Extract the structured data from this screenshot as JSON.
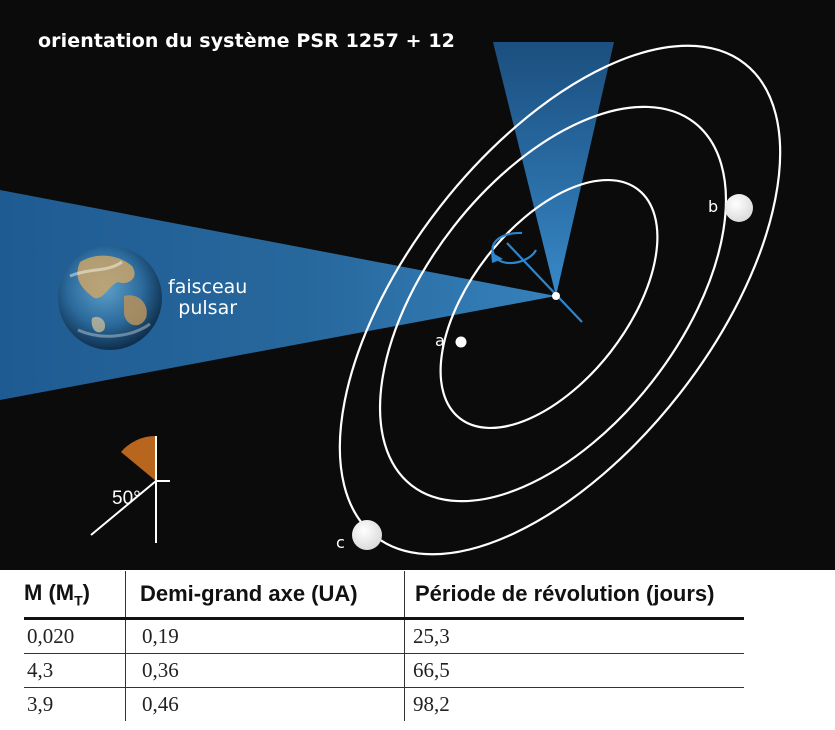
{
  "figure": {
    "title": "orientation du système PSR 1257 + 12",
    "beam_label_line1": "faisceau",
    "beam_label_line2": "pulsar",
    "planet_labels": {
      "a": "a",
      "b": "b",
      "c": "c"
    },
    "inclination_label": "50°",
    "colors": {
      "background": "#0b0b0b",
      "beam": "#2f7fc0",
      "orbit": "#ffffff",
      "angle_fill": "#b8651e"
    }
  },
  "table": {
    "headers": {
      "mass_prefix": "M (M",
      "mass_sub": "T",
      "mass_suffix": ")",
      "semi_major_axis": "Demi-grand axe (UA)",
      "period": "Période de révolution (jours)"
    },
    "rows": [
      {
        "mass": "0,020",
        "axis": "0,19",
        "period": "25,3"
      },
      {
        "mass": "4,3",
        "axis": "0,36",
        "period": "66,5"
      },
      {
        "mass": "3,9",
        "axis": "0,46",
        "period": "98,2"
      }
    ]
  }
}
